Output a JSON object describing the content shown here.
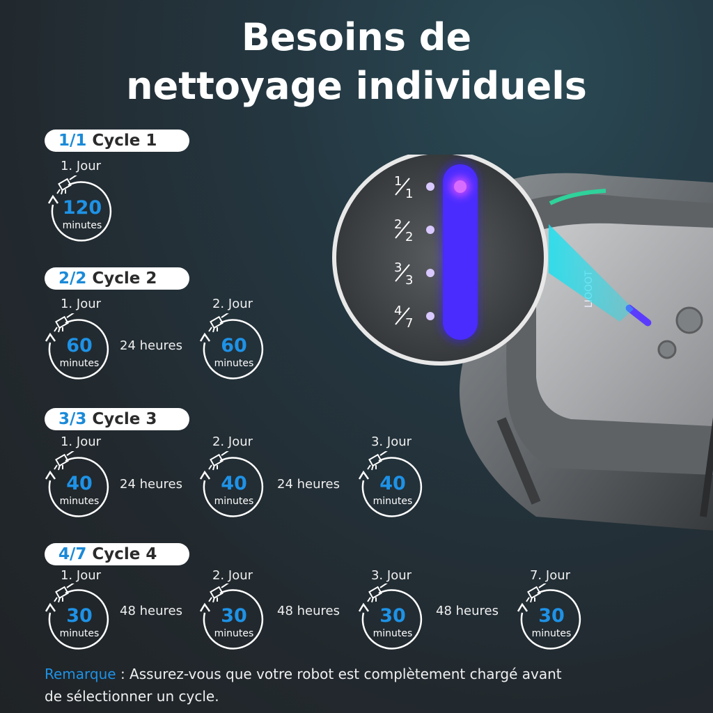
{
  "title": {
    "line1": "Besoins de",
    "line2": "nettoyage individuels"
  },
  "colors": {
    "accent": "#1e92e6",
    "led": "#5b3cff"
  },
  "cycles": [
    {
      "fraction": "1/1",
      "name": "Cycle 1",
      "days": [
        {
          "label": "1. Jour",
          "minutes": "120",
          "unit": "minutes"
        }
      ],
      "gaps": []
    },
    {
      "fraction": "2/2",
      "name": "Cycle 2",
      "days": [
        {
          "label": "1. Jour",
          "minutes": "60",
          "unit": "minutes"
        },
        {
          "label": "2. Jour",
          "minutes": "60",
          "unit": "minutes"
        }
      ],
      "gaps": [
        "24 heures"
      ]
    },
    {
      "fraction": "3/3",
      "name": "Cycle 3",
      "days": [
        {
          "label": "1. Jour",
          "minutes": "40",
          "unit": "minutes"
        },
        {
          "label": "2. Jour",
          "minutes": "40",
          "unit": "minutes"
        },
        {
          "label": "3. Jour",
          "minutes": "40",
          "unit": "minutes"
        }
      ],
      "gaps": [
        "24 heures",
        "24 heures"
      ]
    },
    {
      "fraction": "4/7",
      "name": "Cycle 4",
      "days": [
        {
          "label": "1. Jour",
          "minutes": "30",
          "unit": "minutes"
        },
        {
          "label": "2. Jour",
          "minutes": "30",
          "unit": "minutes"
        },
        {
          "label": "3. Jour",
          "minutes": "30",
          "unit": "minutes"
        },
        {
          "label": "7. Jour",
          "minutes": "30",
          "unit": "minutes"
        }
      ],
      "gaps": [
        "48 heures",
        "48 heures",
        "48 heures"
      ]
    }
  ],
  "zoom": {
    "indicators": [
      {
        "num": "1",
        "den": "1"
      },
      {
        "num": "2",
        "den": "2"
      },
      {
        "num": "3",
        "den": "3"
      },
      {
        "num": "4",
        "den": "7"
      }
    ],
    "active_index": 0
  },
  "device": {
    "brand_text": "LIOOOT"
  },
  "note": {
    "highlight": "Remarque",
    "text": " : Assurez-vous que votre robot est complètement chargé avant de sélectionner un cycle."
  }
}
